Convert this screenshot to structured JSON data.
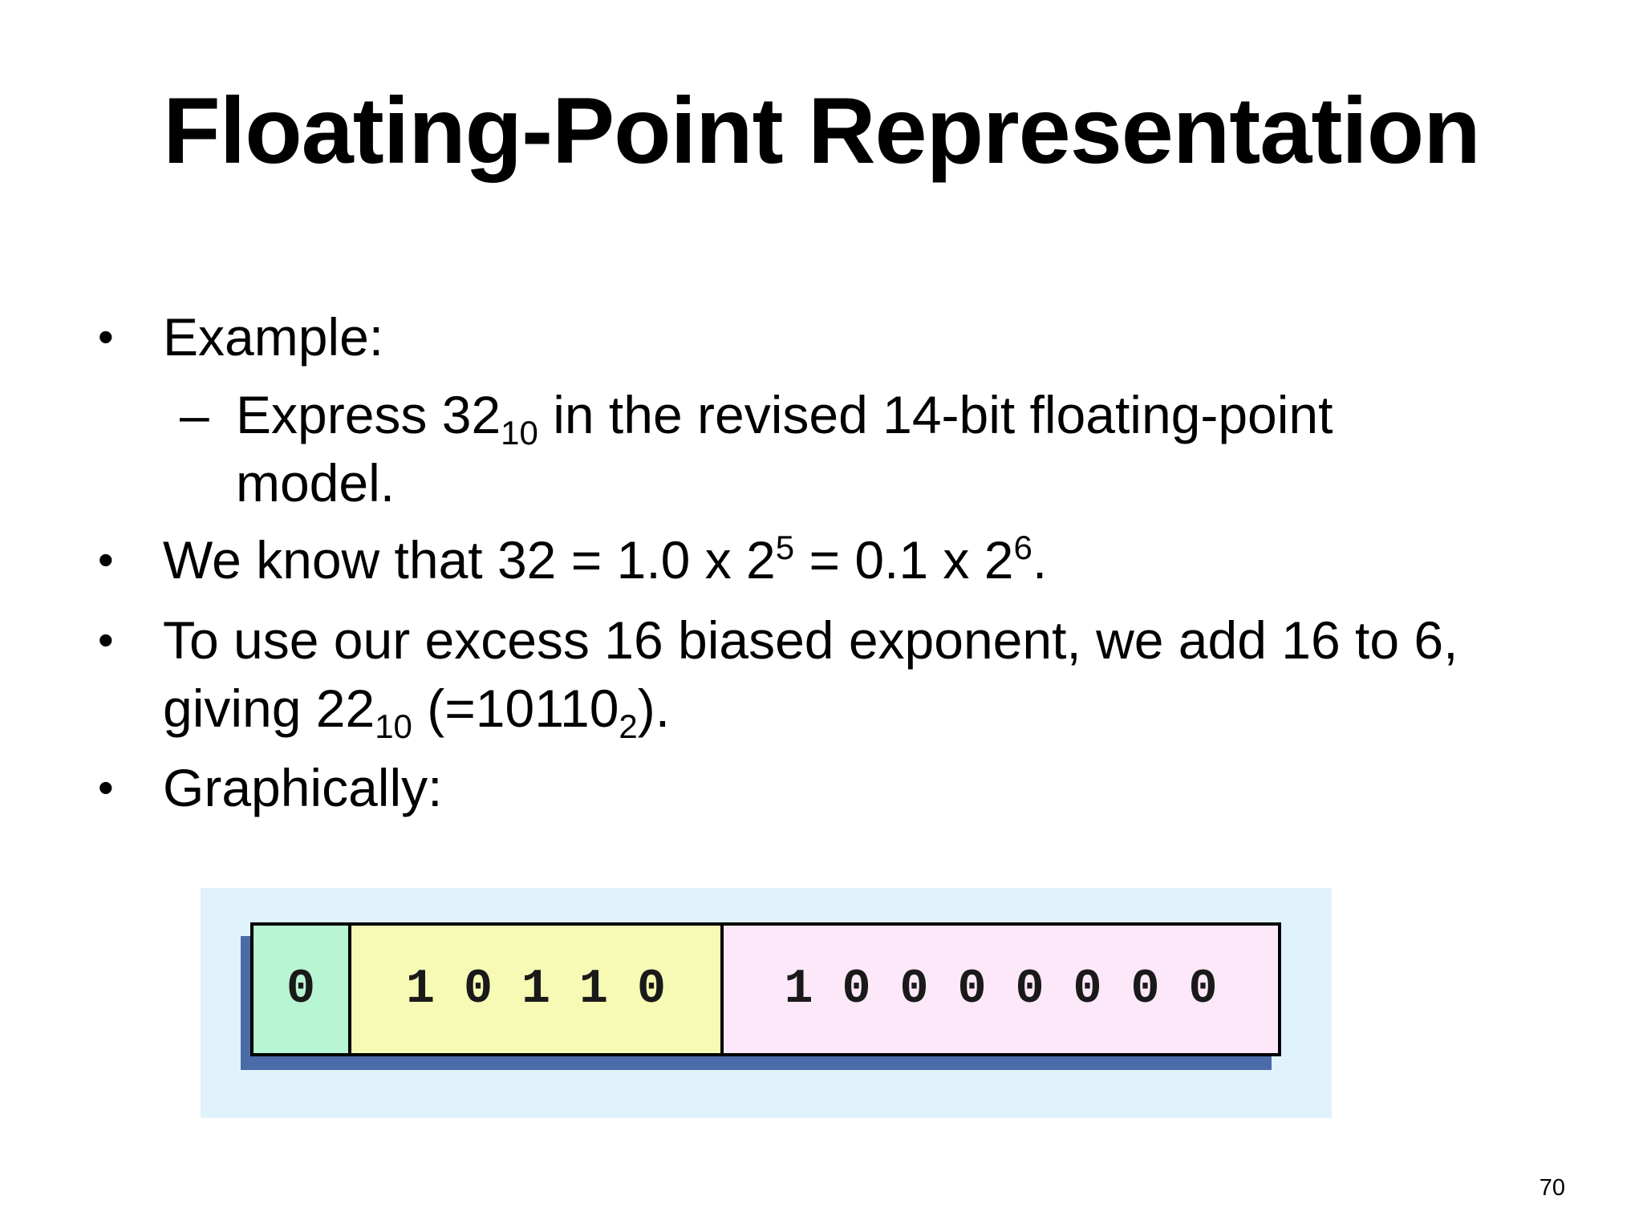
{
  "slide": {
    "title": "Floating-Point Representation",
    "page_number": "70"
  },
  "bullets": {
    "b1": {
      "marker": "•",
      "text": "Example:"
    },
    "b1_sub": {
      "marker": "–",
      "part1": "Express 32",
      "sub1": "10",
      "part2": " in the revised 14-bit floating-point",
      "line2": "model."
    },
    "b2": {
      "marker": "•",
      "part1": "We know that 32 = 1.0 x 2",
      "sup1": "5",
      "part2": " = 0.1 x 2",
      "sup2": "6",
      "part3": "."
    },
    "b3": {
      "marker": "•",
      "line1": "To use our excess 16 biased exponent, we add 16 to 6,",
      "part1": "giving 22",
      "sub1": "10",
      "part2": " (=10110",
      "sub2": "2",
      "part3": ")."
    },
    "b4": {
      "marker": "•",
      "text": "Graphically:"
    }
  },
  "register": {
    "sign_bits": "0",
    "exponent_bits": "1 0 1 1 0",
    "significand_bits": "1 0 0 0 0 0 0 0",
    "colors": {
      "sign": "#b8f5d2",
      "exponent": "#f6fab4",
      "significand": "#fde8fa",
      "background": "#e0f2fb",
      "shadow": "#4a6aa8"
    }
  }
}
